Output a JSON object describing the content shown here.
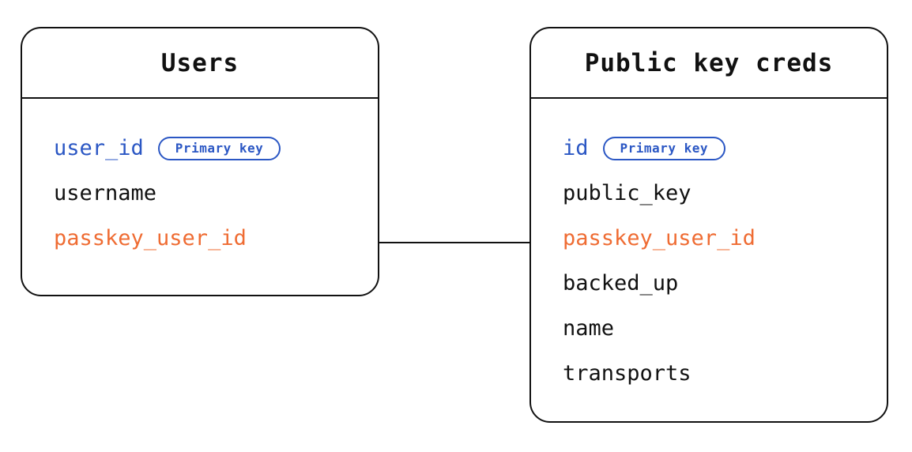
{
  "diagram": {
    "type": "entity-relationship",
    "background": "#ffffff",
    "colors": {
      "outline": "#111111",
      "text": "#111111",
      "primary_key": "#2b57c4",
      "foreign_key": "#ef6c33"
    },
    "entities": [
      {
        "id": "users",
        "title": "Users",
        "fields": [
          {
            "name": "user_id",
            "role": "pk",
            "badge": "Primary key"
          },
          {
            "name": "username",
            "role": "plain",
            "badge": null
          },
          {
            "name": "passkey_user_id",
            "role": "fk",
            "badge": null
          }
        ]
      },
      {
        "id": "public-key-creds",
        "title": "Public key creds",
        "fields": [
          {
            "name": "id",
            "role": "pk",
            "badge": "Primary key"
          },
          {
            "name": "public_key",
            "role": "plain",
            "badge": null
          },
          {
            "name": "passkey_user_id",
            "role": "fk",
            "badge": null
          },
          {
            "name": "backed_up",
            "role": "plain",
            "badge": null
          },
          {
            "name": "name",
            "role": "plain",
            "badge": null
          },
          {
            "name": "transports",
            "role": "plain",
            "badge": null
          }
        ]
      }
    ],
    "relationships": [
      {
        "id": "users-to-creds",
        "from_entity": "users",
        "from_field": "passkey_user_id",
        "to_entity": "public-key-creds",
        "to_field": "passkey_user_id"
      }
    ]
  }
}
